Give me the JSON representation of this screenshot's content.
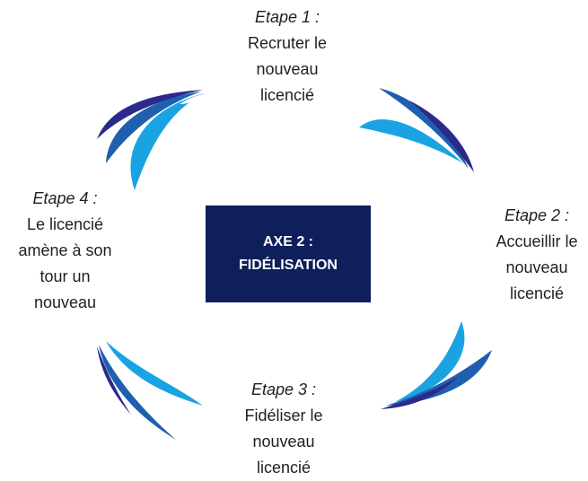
{
  "center": {
    "line1": "AXE 2 :",
    "line2": "FIDÉLISATION"
  },
  "steps": [
    {
      "title": "Etape 1 :",
      "body": "Recruter le\nnouveau\nlicencié"
    },
    {
      "title": "Etape 2 :",
      "body": "Accueillir le\nnouveau\nlicencié"
    },
    {
      "title": "Etape 3 :",
      "body": "Fidéliser le\nnouveau\nlicencié"
    },
    {
      "title": "Etape 4 :",
      "body": "Le licencié\namène à son\ntour un\nnouveau"
    }
  ],
  "colors": {
    "center_box": "#0e1f5b",
    "arrow_light": "#1aa3e3",
    "arrow_mid": "#1f5fb0",
    "arrow_dark": "#2b2a8c"
  },
  "icons": [
    "swoosh-arrow-icon",
    "swoosh-arrow-icon",
    "swoosh-arrow-icon",
    "swoosh-arrow-icon"
  ]
}
